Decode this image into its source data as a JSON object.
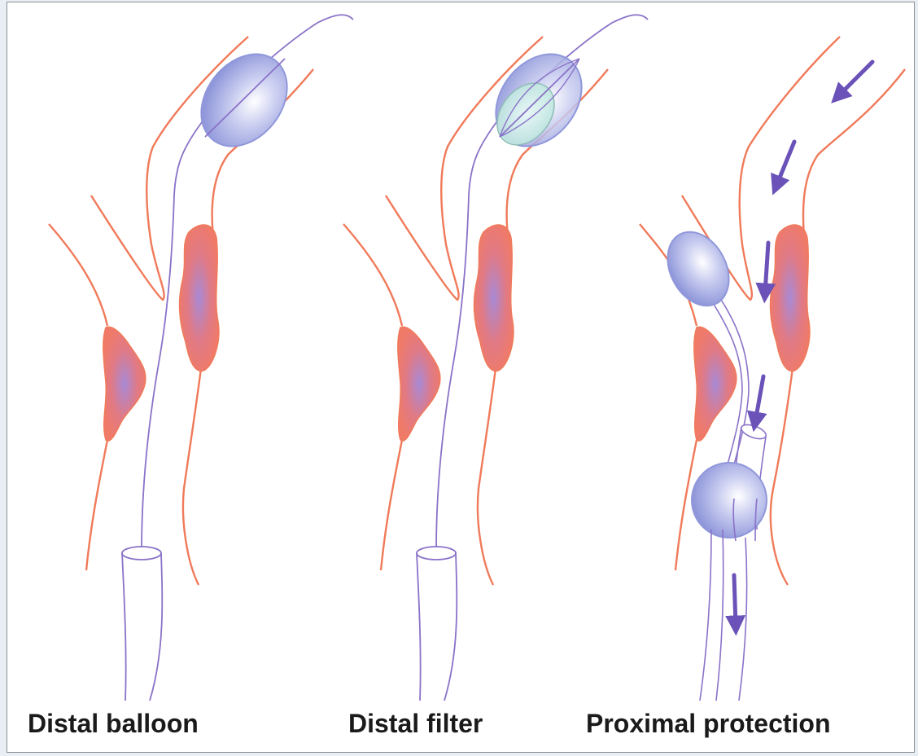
{
  "panels": [
    {
      "id": "distal-balloon",
      "label": "Distal balloon"
    },
    {
      "id": "distal-filter",
      "label": "Distal filter"
    },
    {
      "id": "proximal-protection",
      "label": "Proximal protection"
    }
  ],
  "colors": {
    "vessel_wall": "#f07a5a",
    "plaque": "#f07a68",
    "plaque_core": "#b08ad0",
    "wire": "#8a72c8",
    "balloon": "#9ea6e0",
    "filter": "#c8ece6",
    "arrow": "#6a52b8",
    "background": "#ffffff",
    "border": "#8a8f95"
  }
}
